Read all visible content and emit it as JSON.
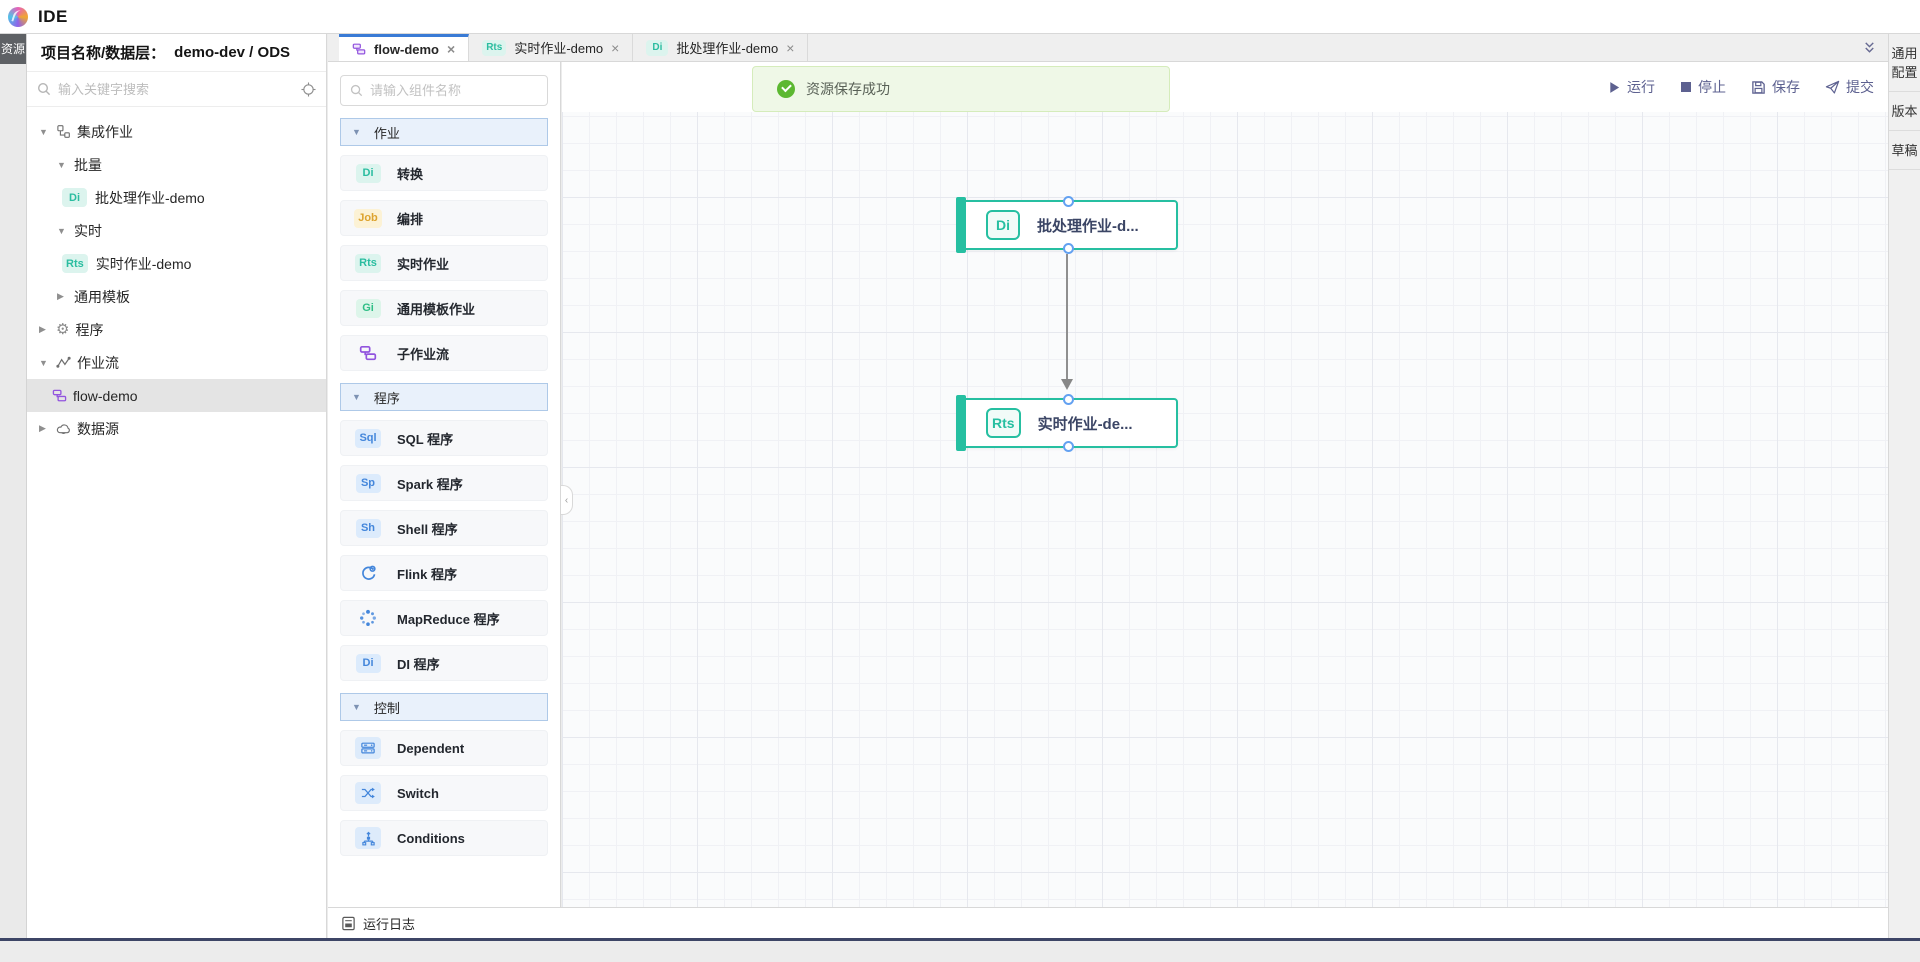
{
  "app": {
    "title": "IDE"
  },
  "activity_bar": {
    "resources_label": "资源"
  },
  "sidebar": {
    "header_label": "项目名称/数据层：",
    "header_value": "demo-dev / ODS",
    "search_placeholder": "输入关键字搜索",
    "tree": [
      {
        "label": "集成作业"
      },
      {
        "label": "批量"
      },
      {
        "label": "批处理作业-demo",
        "badge": "Di"
      },
      {
        "label": "实时"
      },
      {
        "label": "实时作业-demo",
        "badge": "Rts"
      },
      {
        "label": "通用模板"
      },
      {
        "label": "程序"
      },
      {
        "label": "作业流"
      },
      {
        "label": "flow-demo",
        "selected": true
      },
      {
        "label": "数据源"
      }
    ]
  },
  "tabs": [
    {
      "label": "flow-demo",
      "active": true
    },
    {
      "label": "实时作业-demo",
      "badge": "Rts"
    },
    {
      "label": "批处理作业-demo",
      "badge": "Di"
    }
  ],
  "palette": {
    "search_placeholder": "请输入组件名称",
    "sections": [
      {
        "title": "作业",
        "items": [
          {
            "badge": "Di",
            "label": "转换"
          },
          {
            "badge": "Job",
            "label": "编排"
          },
          {
            "badge": "Rts",
            "label": "实时作业"
          },
          {
            "badge": "Gi",
            "label": "通用模板作业"
          },
          {
            "icon": "subflow-icon",
            "label": "子作业流"
          }
        ]
      },
      {
        "title": "程序",
        "items": [
          {
            "badge": "Sql",
            "label": "SQL 程序"
          },
          {
            "badge": "Sp",
            "label": "Spark 程序"
          },
          {
            "badge": "Sh",
            "label": "Shell 程序"
          },
          {
            "icon": "flink-icon",
            "label": "Flink 程序"
          },
          {
            "icon": "mapreduce-icon",
            "label": "MapReduce 程序"
          },
          {
            "badge": "Di",
            "label": "DI 程序"
          }
        ]
      },
      {
        "title": "控制",
        "items": [
          {
            "icon": "dependent-icon",
            "label": "Dependent"
          },
          {
            "icon": "switch-icon",
            "label": "Switch"
          },
          {
            "icon": "conditions-icon",
            "label": "Conditions"
          }
        ]
      }
    ]
  },
  "toolbar": {
    "run": "运行",
    "stop": "停止",
    "save": "保存",
    "submit": "提交"
  },
  "toast": {
    "message": "资源保存成功"
  },
  "canvas": {
    "nodes": [
      {
        "badge": "Di",
        "label": "批处理作业-d..."
      },
      {
        "badge": "Rts",
        "label": "实时作业-de..."
      }
    ]
  },
  "right_panel": {
    "items": [
      {
        "label": "通用配置"
      },
      {
        "label": "版本"
      },
      {
        "label": "草稿"
      }
    ]
  },
  "bottom_bar": {
    "log_label": "运行日志"
  },
  "colors": {
    "teal": "#26bfa1",
    "blue": "#4386db",
    "purple": "#9254de",
    "orange": "#dda32e",
    "active_tab": "#3a7bd5",
    "toolbar_text": "#5d6190",
    "success": "#5cb831"
  }
}
